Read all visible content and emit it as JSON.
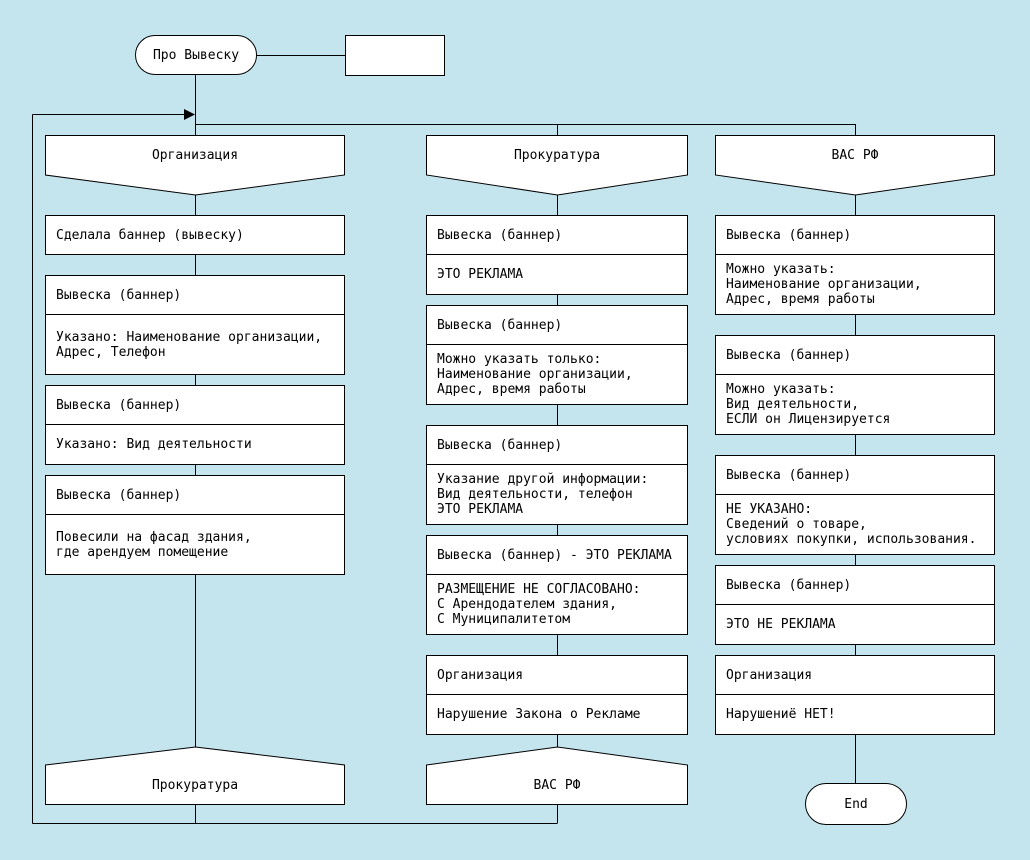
{
  "colors": {
    "background": "#c4e5ee",
    "node_fill": "#ffffff",
    "line": "#000000",
    "text": "#000000"
  },
  "start_node": {
    "label": "Про Вывеску"
  },
  "note_node": {
    "label": ""
  },
  "end_node": {
    "label": "End"
  },
  "columns": [
    {
      "header": "Организация",
      "footer": "Прокуратура",
      "boxes": [
        {
          "title": "Сделала баннер (вывеску)",
          "body": ""
        },
        {
          "title": "Вывеска (баннер)",
          "body": "Указано: Наименование организации,\nАдрес, Телефон"
        },
        {
          "title": "Вывеска (баннер)",
          "body": "Указано: Вид деятельности"
        },
        {
          "title": "Вывеска (баннер)",
          "body": "Повесили на фасад здания,\nгде арендуем помещение"
        }
      ]
    },
    {
      "header": "Прокуратура",
      "footer": "ВАС РФ",
      "boxes": [
        {
          "title": "Вывеска (баннер)",
          "body": "ЭТО РЕКЛАМА"
        },
        {
          "title": "Вывеска (баннер)",
          "body": "Можно указать только:\nНаименование организации,\nАдрес, время работы"
        },
        {
          "title": "Вывеска (баннер)",
          "body": "Указание другой информации:\nВид деятельности, телефон\nЭТО РЕКЛАМА"
        },
        {
          "title": "Вывеска (баннер) - ЭТО РЕКЛАМА",
          "body": "РАЗМЕЩЕНИЕ НЕ СОГЛАСОВАНО:\nС Арендодателем здания,\nС Муниципалитетом"
        },
        {
          "title": "Организация",
          "body": "Нарушение Закона о Рекламе"
        }
      ]
    },
    {
      "header": "ВАС РФ",
      "boxes": [
        {
          "title": "Вывеска (баннер)",
          "body": "Можно указать:\nНаименование организации,\nАдрес, время работы"
        },
        {
          "title": "Вывеска (баннер)",
          "body": "Можно указать:\nВид деятельности,\nЕСЛИ он Лицензируется"
        },
        {
          "title": "Вывеска (баннер)",
          "body": "НЕ УКАЗАНО:\nСведений о товаре,\nусловиях покупки, использования."
        },
        {
          "title": "Вывеска (баннер)",
          "body": "ЭТО НЕ РЕКЛАМА"
        },
        {
          "title": "Организация",
          "body": "Нарушениё НЕТ!"
        }
      ]
    }
  ]
}
